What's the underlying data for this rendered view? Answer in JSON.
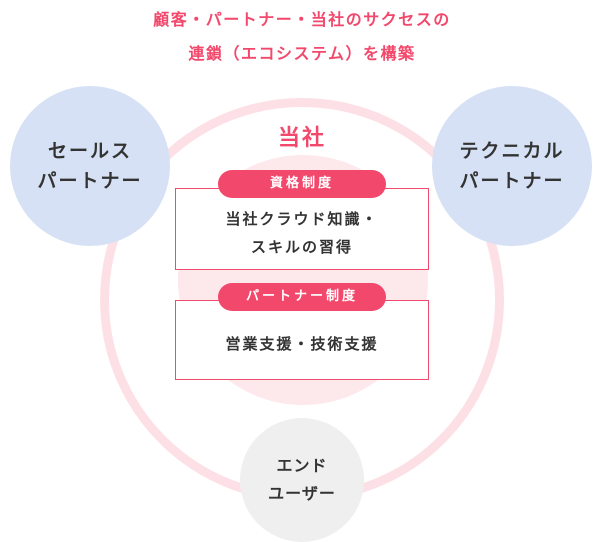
{
  "title": {
    "line1": "顧客・パートナー・当社のサクセスの",
    "line2": "連鎖（エコシステム）を構築"
  },
  "core": {
    "label": "当社"
  },
  "nodes": {
    "sales": "セールス\nパートナー",
    "technical": "テクニカル\nパートナー",
    "end_user": "エンド\nユーザー"
  },
  "programs": {
    "certification": {
      "badge": "資格制度",
      "description": "当社クラウド知識・\nスキルの習得"
    },
    "partner": {
      "badge": "パートナー制度",
      "description": "営業支援・技術支援"
    }
  },
  "colors": {
    "accent": "#f2486c",
    "ring": "#fde0e6",
    "core_fill": "#fde8ec",
    "partner_node": "#d6e1f5",
    "end_user_node": "#efefef",
    "text": "#333333"
  }
}
